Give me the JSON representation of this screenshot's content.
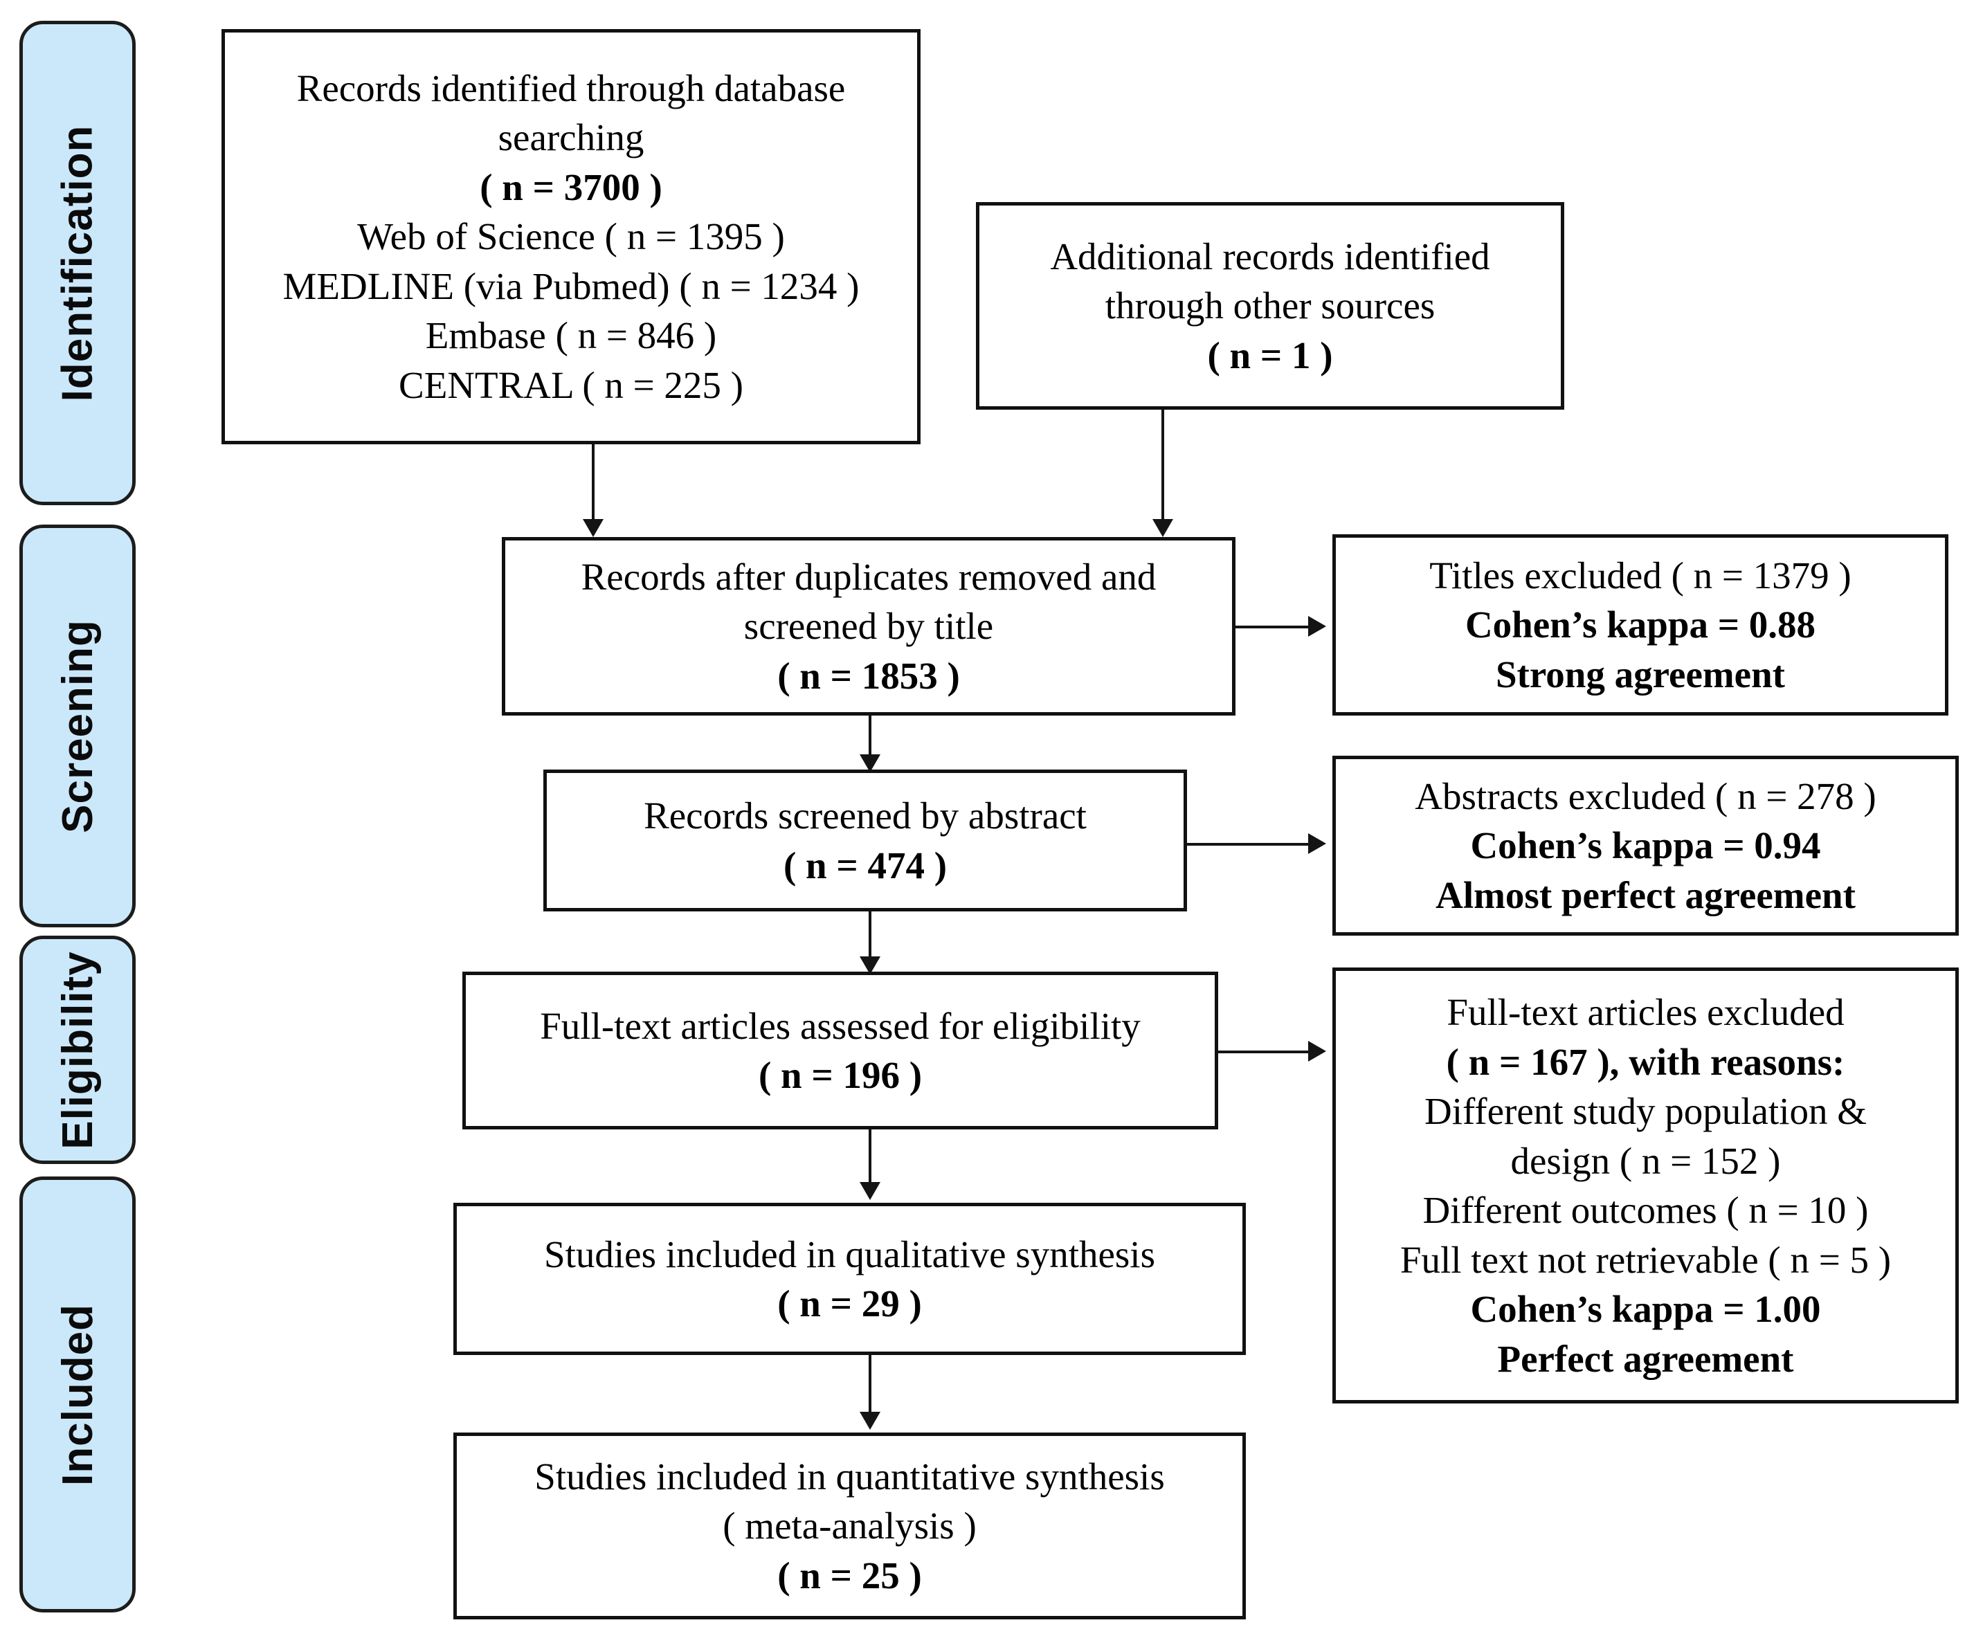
{
  "diagram": {
    "title": "PRISMA flow diagram",
    "accent_blue": "#cbe8fb",
    "border_color": "#111111"
  },
  "stages": [
    {
      "id": "identification",
      "label": "Identification"
    },
    {
      "id": "screening",
      "label": "Screening"
    },
    {
      "id": "eligibility",
      "label": "Eligibility"
    },
    {
      "id": "included",
      "label": "Included"
    }
  ],
  "boxes": {
    "database_search": {
      "lines": [
        "Records identified through database",
        "searching",
        "( n = 3700 )",
        "Web of Science ( n = 1395 )",
        "MEDLINE (via Pubmed) ( n = 1234 )",
        "Embase ( n = 846 )",
        "CENTRAL ( n = 225 )"
      ]
    },
    "other_sources": {
      "lines": [
        "Additional records identified",
        "through other sources",
        "( n = 1 )"
      ]
    },
    "after_duplicates": {
      "lines": [
        "Records after duplicates removed and",
        "screened by title",
        "( n = 1853 )"
      ]
    },
    "titles_excluded": {
      "lines": [
        "Titles excluded ( n = 1379 )",
        "Cohen’s kappa = 0.88",
        "Strong agreement"
      ]
    },
    "abstract_screened": {
      "lines": [
        "Records screened by abstract",
        "( n = 474 )"
      ]
    },
    "abstracts_excluded": {
      "lines": [
        "Abstracts excluded ( n = 278 )",
        "Cohen’s kappa = 0.94",
        "Almost perfect agreement"
      ]
    },
    "fulltext_assessed": {
      "lines": [
        "Full-text articles assessed for eligibility",
        "( n = 196 )"
      ]
    },
    "fulltext_excluded": {
      "lines": [
        "Full-text articles excluded",
        "( n = 167 ), with reasons:",
        "Different study population &",
        "design ( n = 152 )",
        "Different outcomes ( n = 10 )",
        "Full text not retrievable ( n = 5 )",
        "Cohen’s kappa = 1.00",
        "Perfect agreement"
      ]
    },
    "qualitative": {
      "lines": [
        "Studies included in qualitative synthesis",
        "( n = 29 )"
      ]
    },
    "quantitative": {
      "lines": [
        "Studies included in quantitative synthesis",
        "( meta-analysis )",
        "( n = 25 )"
      ]
    }
  },
  "chart_data": {
    "type": "diagram",
    "title": "PRISMA flow diagram",
    "nodes": [
      {
        "id": "database_search",
        "stage": "Identification",
        "label": "Records identified through database searching",
        "n": 3700,
        "breakdown": [
          {
            "source": "Web of Science",
            "n": 1395
          },
          {
            "source": "MEDLINE (via Pubmed)",
            "n": 1234
          },
          {
            "source": "Embase",
            "n": 846
          },
          {
            "source": "CENTRAL",
            "n": 225
          }
        ]
      },
      {
        "id": "other_sources",
        "stage": "Identification",
        "label": "Additional records identified through other sources",
        "n": 1
      },
      {
        "id": "after_duplicates",
        "stage": "Screening",
        "label": "Records after duplicates removed and screened by title",
        "n": 1853
      },
      {
        "id": "titles_excluded",
        "stage": "Screening",
        "label": "Titles excluded",
        "n": 1379,
        "kappa": 0.88,
        "agreement": "Strong agreement"
      },
      {
        "id": "abstract_screened",
        "stage": "Screening",
        "label": "Records screened by abstract",
        "n": 474
      },
      {
        "id": "abstracts_excluded",
        "stage": "Screening",
        "label": "Abstracts excluded",
        "n": 278,
        "kappa": 0.94,
        "agreement": "Almost perfect agreement"
      },
      {
        "id": "fulltext_assessed",
        "stage": "Eligibility",
        "label": "Full-text articles assessed for eligibility",
        "n": 196
      },
      {
        "id": "fulltext_excluded",
        "stage": "Eligibility",
        "label": "Full-text articles excluded, with reasons",
        "n": 167,
        "kappa": 1.0,
        "agreement": "Perfect agreement",
        "reasons": [
          {
            "reason": "Different study population & design",
            "n": 152
          },
          {
            "reason": "Different outcomes",
            "n": 10
          },
          {
            "reason": "Full text not retrievable",
            "n": 5
          }
        ]
      },
      {
        "id": "qualitative",
        "stage": "Included",
        "label": "Studies included in qualitative synthesis",
        "n": 29
      },
      {
        "id": "quantitative",
        "stage": "Included",
        "label": "Studies included in quantitative synthesis (meta-analysis)",
        "n": 25
      }
    ],
    "edges": [
      {
        "from": "database_search",
        "to": "after_duplicates",
        "type": "down"
      },
      {
        "from": "other_sources",
        "to": "after_duplicates",
        "type": "down"
      },
      {
        "from": "after_duplicates",
        "to": "titles_excluded",
        "type": "right"
      },
      {
        "from": "after_duplicates",
        "to": "abstract_screened",
        "type": "down"
      },
      {
        "from": "abstract_screened",
        "to": "abstracts_excluded",
        "type": "right"
      },
      {
        "from": "abstract_screened",
        "to": "fulltext_assessed",
        "type": "down"
      },
      {
        "from": "fulltext_assessed",
        "to": "fulltext_excluded",
        "type": "right"
      },
      {
        "from": "fulltext_assessed",
        "to": "qualitative",
        "type": "down"
      },
      {
        "from": "qualitative",
        "to": "quantitative",
        "type": "down"
      }
    ]
  }
}
